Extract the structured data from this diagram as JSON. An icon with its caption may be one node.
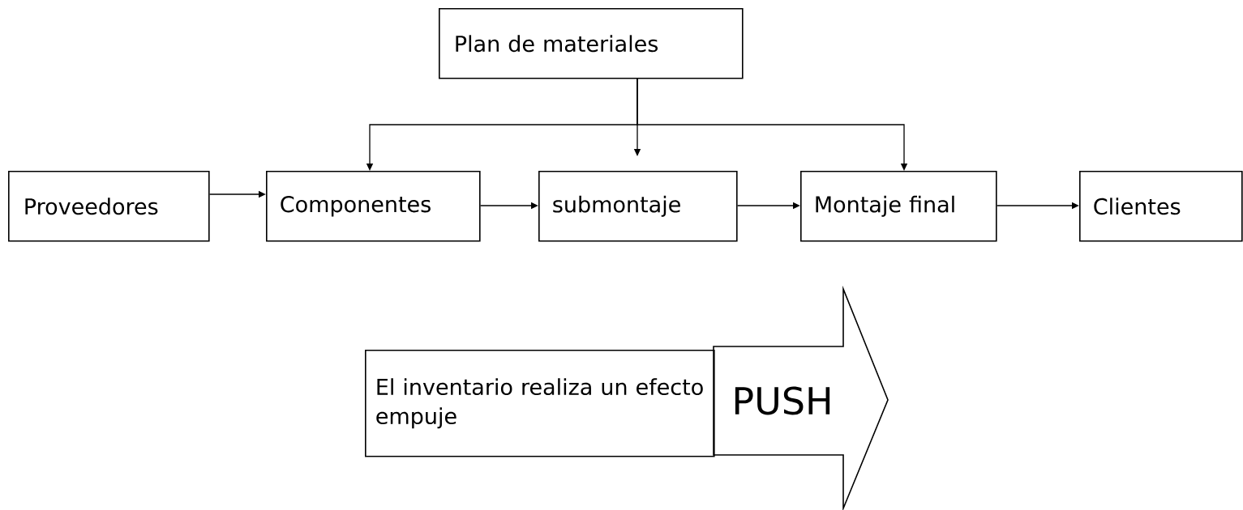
{
  "diagram": {
    "nodes": [
      {
        "text": [
          "Plan de materiales"
        ]
      },
      {
        "text": [
          "Proveedores"
        ]
      },
      {
        "text": [
          "Componentes"
        ]
      },
      {
        "text": [
          "submontaje"
        ]
      },
      {
        "text": [
          "Montaje final"
        ]
      },
      {
        "text": [
          "Clientes"
        ]
      },
      {
        "text": [
          "El inventario realiza un efecto empuje"
        ]
      },
      {
        "text": [
          "PUSH"
        ]
      }
    ],
    "edges": [
      {
        "from": 0,
        "to": 2,
        "arrow": "to"
      },
      {
        "from": 0,
        "to": 3,
        "arrow": "to"
      },
      {
        "from": 0,
        "to": 4,
        "arrow": "to"
      },
      {
        "from": 1,
        "to": 2,
        "arrow": "to"
      },
      {
        "from": 2,
        "to": 3,
        "arrow": "to"
      },
      {
        "from": 3,
        "to": 4,
        "arrow": "to"
      },
      {
        "from": 4,
        "to": 5,
        "arrow": "to"
      }
    ]
  }
}
